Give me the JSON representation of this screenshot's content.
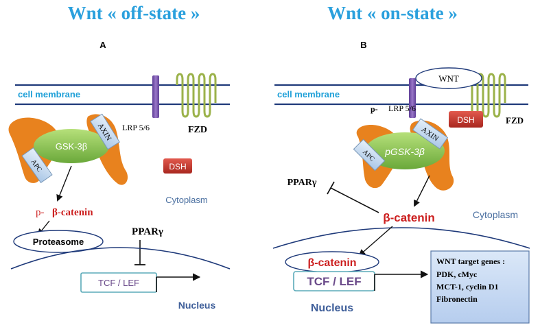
{
  "panels": {
    "off": {
      "title": "Wnt « off-state »",
      "letter": "A",
      "membrane_label": "cell membrane",
      "receptor_label": "LRP 5/6",
      "fzd_label": "FZD",
      "axin_label": "AXIN",
      "gsk_label": "GSK-3β",
      "apc_label": "APC",
      "dsh_label": "DSH",
      "cytoplasm_label": "Cytoplasm",
      "phospho_prefix": "p-",
      "beta_catenin_label": "β-catenin",
      "proteasome_label": "Proteasome",
      "ppar_label": "PPARγ",
      "tcf_label": "TCF / LEF",
      "nucleus_label": "Nucleus"
    },
    "on": {
      "title": "Wnt « on-state »",
      "letter": "B",
      "membrane_label": "cell membrane",
      "wnt_label": "WNT",
      "phospho_prefix": "p-",
      "receptor_label": "LRP 5/6",
      "dsh_label": "DSH",
      "fzd_label": "FZD",
      "axin_label": "AXIN",
      "gsk_label": "pGSK-3β",
      "apc_label": "APC",
      "ppar_label": "PPARγ",
      "cytoplasm_label": "Cytoplasm",
      "beta_catenin_label": "β-catenin",
      "nuclear_beta_catenin_label": "β-catenin",
      "tcf_label": "TCF / LEF",
      "nucleus_label": "Nucleus",
      "target_genes": {
        "title": "WNT target genes :",
        "lines": [
          "PDK, cMyc",
          "MCT-1, cyclin D1",
          "Fibronectin"
        ]
      }
    }
  },
  "colors": {
    "title_blue": "#2aa0dd",
    "membrane_navy": "#1f3a7a",
    "membrane_label": "#1fa0d8",
    "receptor_purple": "#7a55b0",
    "fzd_green": "#9bb24a",
    "axin_orange": "#e8821e",
    "gsk_green": "#8cc84a",
    "apc_blue": "#c8dcf0",
    "dsh_red": "#c8322a",
    "catenin_red": "#cc1f1f",
    "cytoplasm_blue": "#4a6fa0",
    "nucleus_blue": "#3f5f9a",
    "tcf_teal": "#5aaab8",
    "tcf_text": "#6a4a8a",
    "target_box_fill": "#c8dcf4"
  }
}
